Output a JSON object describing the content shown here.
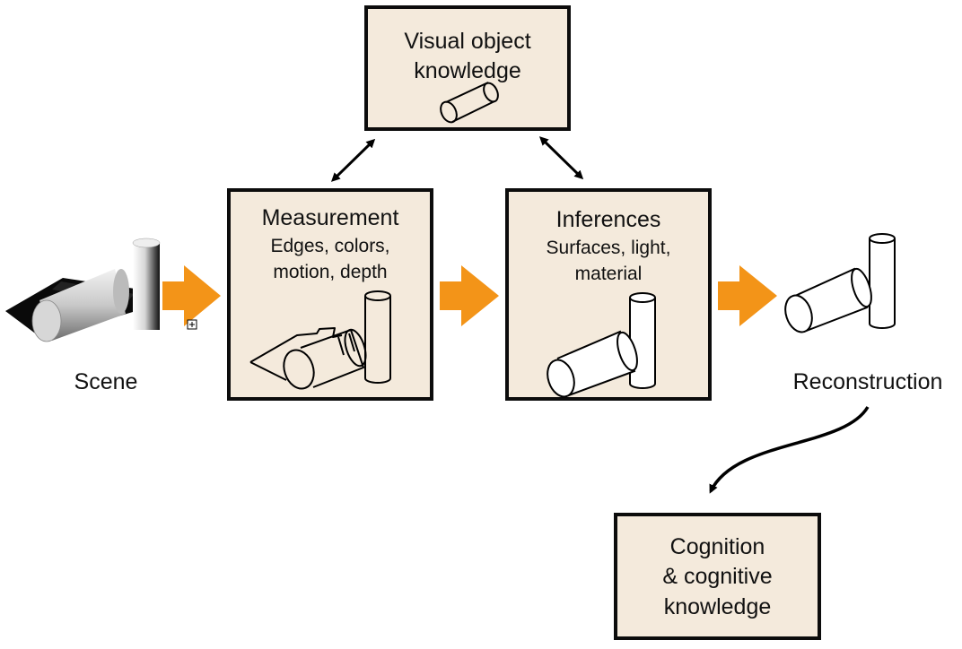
{
  "visual_object": {
    "title_line1": "Visual object",
    "title_line2": "knowledge"
  },
  "measurement": {
    "title": "Measurement",
    "sub_line1": "Edges, colors,",
    "sub_line2": "motion, depth"
  },
  "inferences": {
    "title": "Inferences",
    "sub_line1": "Surfaces, light,",
    "sub_line2": "material"
  },
  "scene": {
    "label": "Scene"
  },
  "reconstruction": {
    "label": "Reconstruction"
  },
  "cognition": {
    "line1": "Cognition",
    "line2": "& cognitive",
    "line3": "knowledge"
  },
  "colors": {
    "box_fill": "#f4eadc",
    "box_border": "#0c0c0c",
    "flow_arrow": "#f39418",
    "connector": "#000000"
  },
  "icons": [
    "scene-rendered-objects-icon",
    "measurement-edge-drawing-icon",
    "inferences-surface-drawing-icon",
    "reconstruction-outline-icon",
    "small-cylinder-icon"
  ]
}
